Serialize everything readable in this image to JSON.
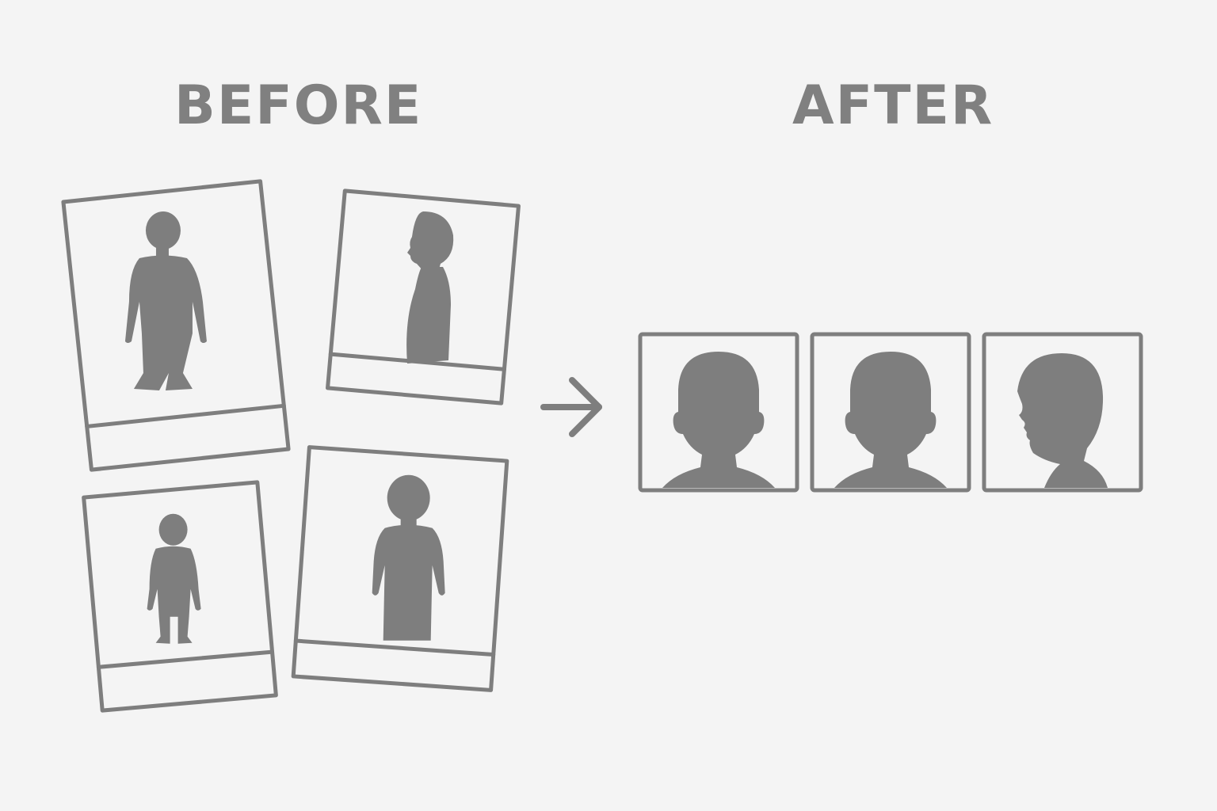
{
  "labels": {
    "before": "BEFORE",
    "after": "AFTER"
  },
  "colors": {
    "background": "#f4f4f4",
    "stroke": "#7e7e7e",
    "silhouette": "#7e7e7e"
  },
  "icons": {
    "transition": "arrow-right-icon",
    "full_body": "child-full-body-icon",
    "side_bust": "child-side-profile-icon",
    "front_head": "child-head-front-icon"
  },
  "before_photos": [
    {
      "subject": "child-full-body-front"
    },
    {
      "subject": "child-side-profile"
    },
    {
      "subject": "small-child-full-body"
    },
    {
      "subject": "child-half-body"
    }
  ],
  "after_photos": [
    {
      "subject": "head-front"
    },
    {
      "subject": "head-front"
    },
    {
      "subject": "head-profile"
    }
  ]
}
